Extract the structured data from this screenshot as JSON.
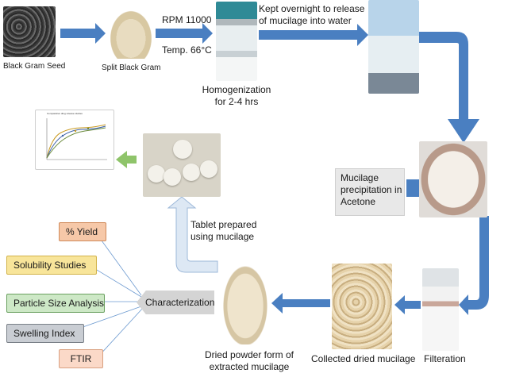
{
  "steps": {
    "seed": "Black Gram Seed",
    "split": "Split Black Gram",
    "rpm": "RPM 11000",
    "temp": "Temp. 66°C",
    "homogenization": [
      "Homogenization",
      "for 2-4 hrs"
    ],
    "overnight": [
      "Kept overnight to release",
      "of mucilage into water"
    ],
    "precipitation": [
      "Mucilage",
      "precipitation in",
      "Acetone"
    ],
    "filtration": "Filteration",
    "collected": "Collected dried mucilage",
    "dried_powder": [
      "Dried powder form of",
      "extracted mucilage"
    ],
    "tablet": [
      "Tablet prepared",
      "using mucilage"
    ],
    "characterization": "Characterization"
  },
  "tests": [
    {
      "label": "% Yield",
      "bg": "#f6c8a8",
      "border": "#d08a5a"
    },
    {
      "label": "Solubility Studies",
      "bg": "#f8e59a",
      "border": "#d2b34a"
    },
    {
      "label": "Particle Size Analysis",
      "bg": "#cde8c6",
      "border": "#6aa060"
    },
    {
      "label": "Swelling Index",
      "bg": "#c9cdd3",
      "border": "#7a8088"
    },
    {
      "label": "FTIR",
      "bg": "#fbd9c8",
      "border": "#d9a080"
    }
  ],
  "mini_chart": {
    "title": "Comparative drug release studies"
  },
  "colors": {
    "arrow_blue": "#4a7fc1",
    "arrow_light": "#dde8f4",
    "arrow_green": "#8fc46a",
    "char_gray": "#d4d4d4"
  }
}
